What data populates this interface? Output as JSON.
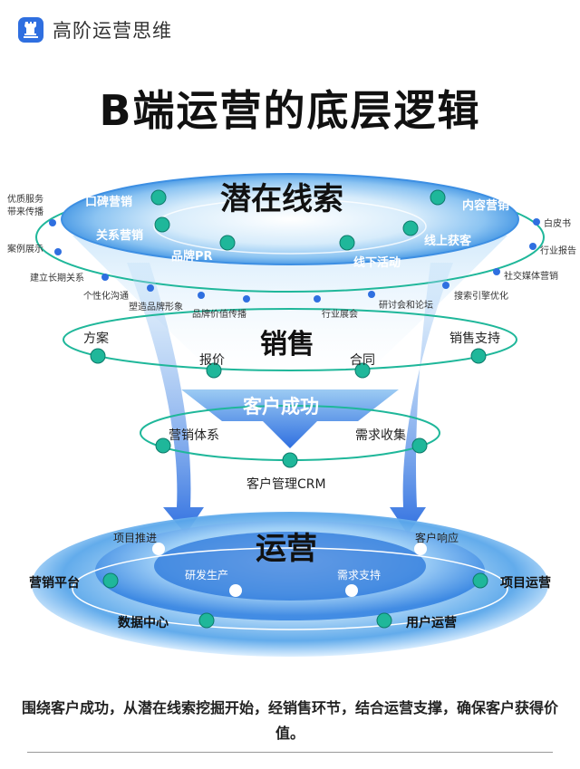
{
  "brand": {
    "name": "高阶运营思维"
  },
  "title": "B端运营的底层逻辑",
  "stages": {
    "lead": "潜在线索",
    "sales": "销售",
    "success": "客户成功",
    "ops": "运营"
  },
  "lead_inner": {
    "koubei": "口碑营销",
    "neirong": "内容营销",
    "guanxi": "关系营销",
    "xianshang": "线上获客",
    "pinpai": "品牌PR",
    "xianxia": "线下活动"
  },
  "lead_outer": {
    "youzhi": "优质服务\n带来传播",
    "anli": "案例展示",
    "changqi": "建立长期关系",
    "gexing": "个性化沟通",
    "suzao": "塑造品牌形象",
    "jiazhi": "品牌价值传播",
    "hangye_zh": "行业展会",
    "yantao": "研讨会和论坛",
    "sousuo": "搜索引擎优化",
    "shejiao": "社交媒体营销",
    "hangye_bg": "行业报告",
    "baipi": "白皮书"
  },
  "sales_items": {
    "fangan": "方案",
    "baojia": "报价",
    "hetong": "合同",
    "zhichi": "销售支持"
  },
  "success_items": {
    "tixi": "营销体系",
    "xuqiu": "需求收集",
    "crm": "客户管理CRM"
  },
  "ops_items": {
    "tuijin": "项目推进",
    "xiangying": "客户响应",
    "yanfa": "研发生产",
    "xqzc": "需求支持",
    "yxpt": "营销平台",
    "xmyy": "项目运营",
    "sjzx": "数据中心",
    "yhyy": "用户运营"
  },
  "footer": "围绕客户成功，从潜在线索挖掘开始，经销售环节，结合运营支撑，确保客户获得价值。",
  "colors": {
    "primary": "#2f6fe0",
    "teal": "#1fb79a",
    "light": "#cfe8fb"
  }
}
